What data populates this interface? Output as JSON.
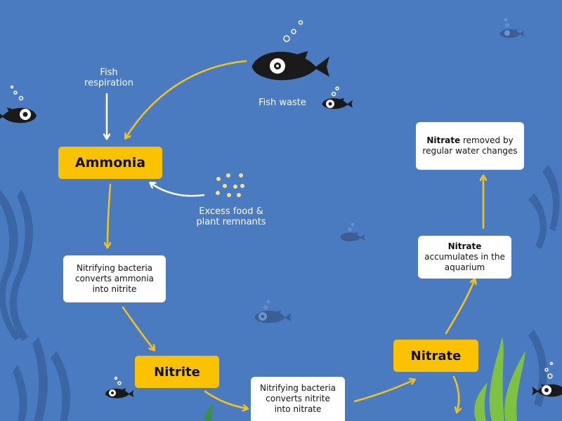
{
  "colors": {
    "background": "#4a7abf",
    "highlight_box": "#fbc200",
    "arrow_yellow": "#f2c21a",
    "arrow_white": "#ffffff",
    "card": "#ffffff",
    "fish_dark": "#1a1a1a",
    "fish_faded": "#3b5f95",
    "seaweed_dark": "#3a66a6",
    "seaweed_green": "#7fc241"
  },
  "nodes": {
    "ammonia": "Ammonia",
    "nitrite": "Nitrite",
    "nitrate": "Nitrate"
  },
  "cards": {
    "bacteria_ammonia": "Nitrifying bacteria converts ammonia into nitrite",
    "bacteria_nitrite": "Nitrifying bacteria converts nitrite into nitrate",
    "nitrate_accumulates": {
      "bold": "Nitrate",
      "text": " accumulates in the aquarium"
    },
    "nitrate_removed": {
      "bold": "Nitrate",
      "text": " removed by regular water changes"
    }
  },
  "labels": {
    "fish_respiration": "Fish respiration",
    "fish_waste": "Fish waste",
    "excess_food": "Excess food & plant remnants"
  },
  "icons": {
    "arrow": "arrow-icon",
    "fish": "fish-icon",
    "bubbles": "bubbles-icon",
    "food_particles": "food-particles-icon",
    "seaweed": "seaweed-icon"
  }
}
